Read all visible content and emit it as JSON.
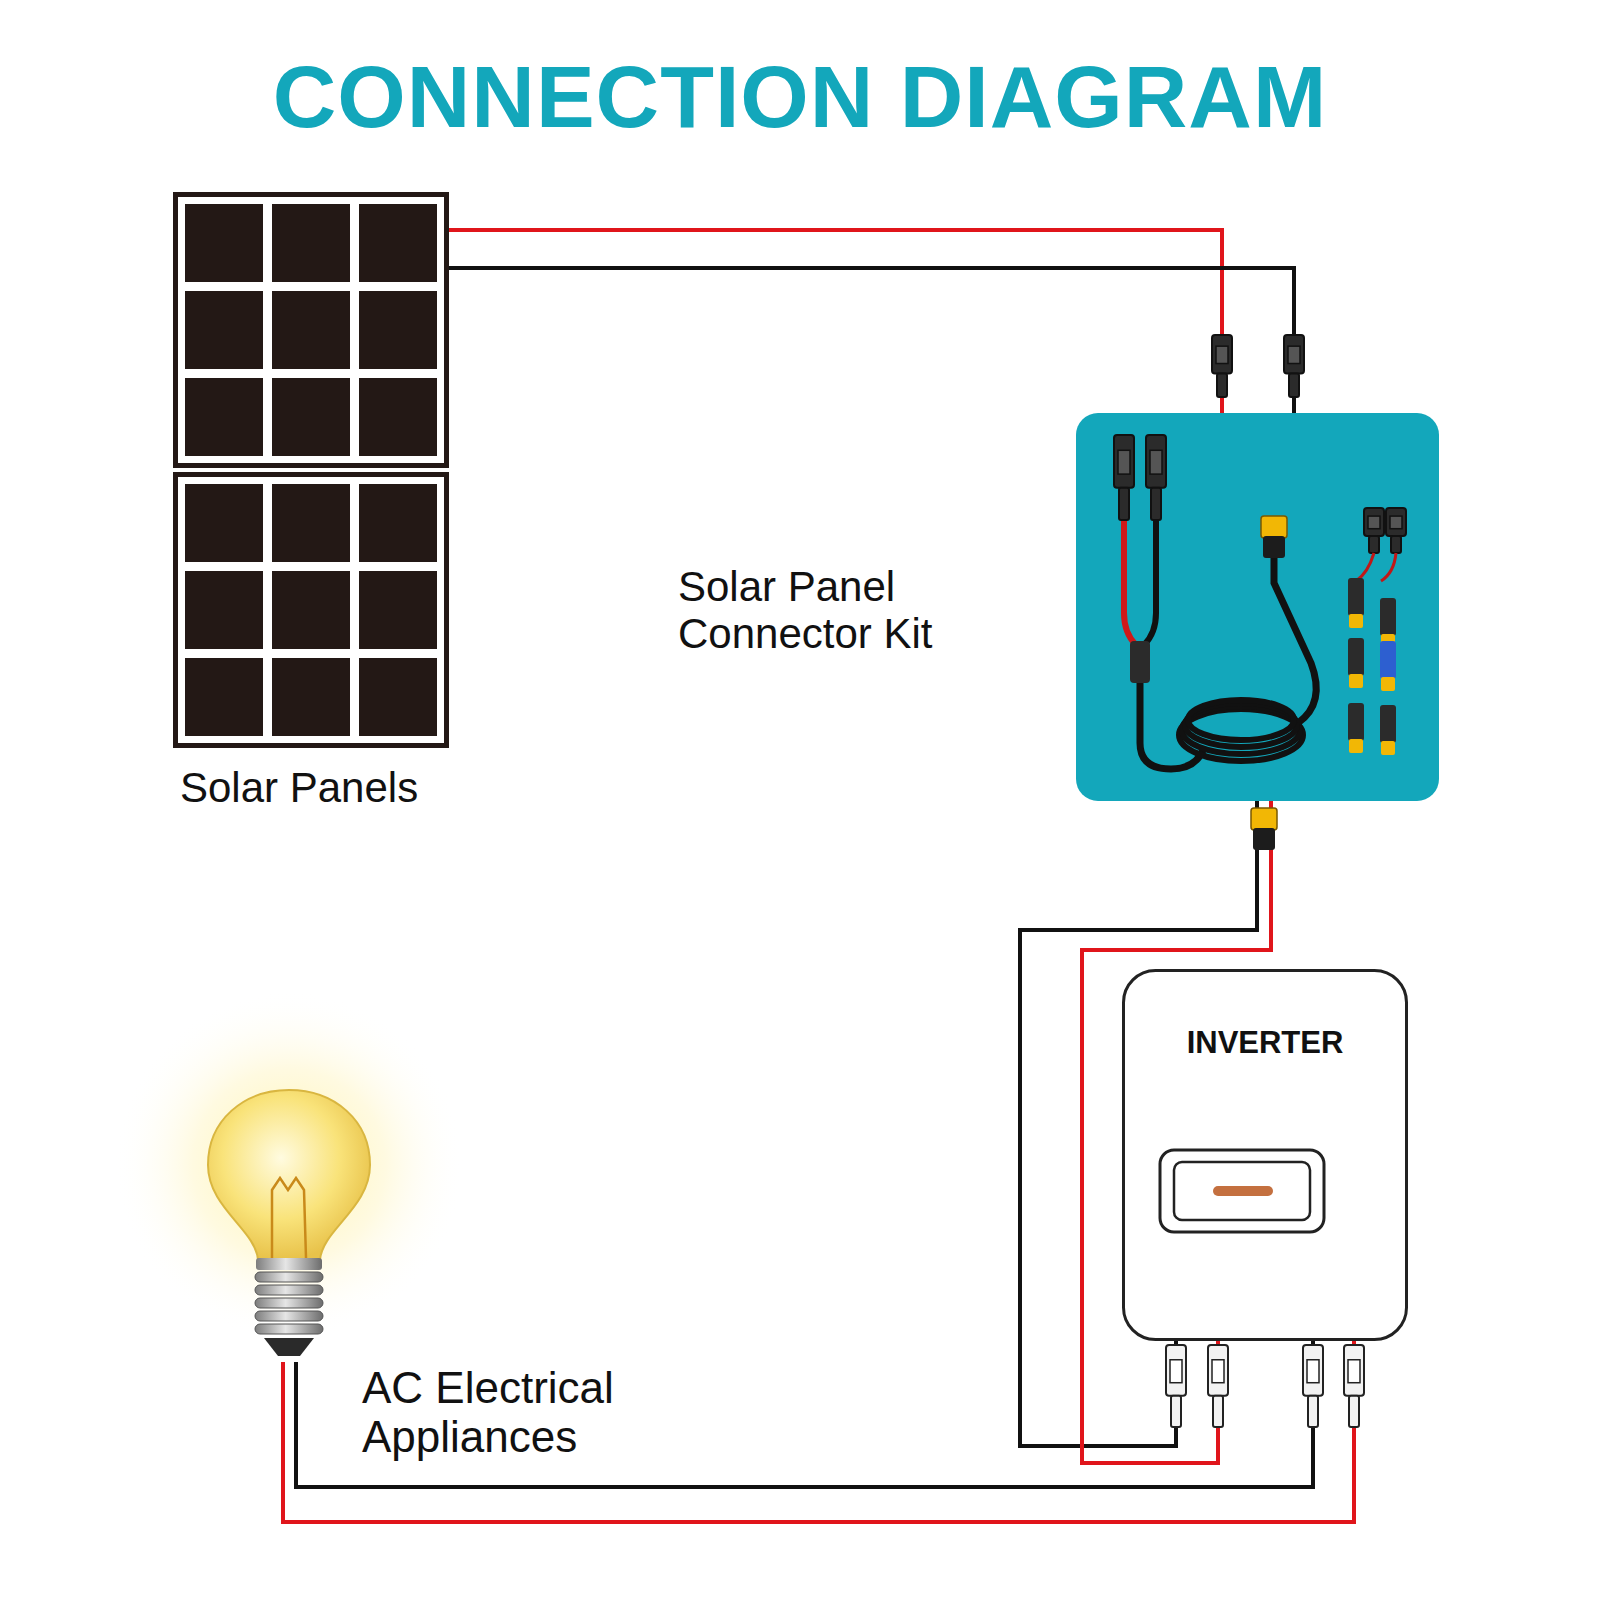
{
  "diagram": {
    "title": "CONNECTION DIAGRAM",
    "nodes": [
      {
        "text": [
          "Solar Panels"
        ]
      },
      {
        "text": [
          "Solar Panel Connector Kit"
        ]
      },
      {
        "text": [
          "INVERTER"
        ]
      },
      {
        "text": [
          "AC Electrical Appliances"
        ]
      }
    ],
    "edges": [
      {
        "from": 0,
        "to": 1,
        "arrow": "none"
      },
      {
        "from": 1,
        "to": 2,
        "arrow": "none"
      },
      {
        "from": 2,
        "to": 3,
        "arrow": "none"
      }
    ]
  }
}
